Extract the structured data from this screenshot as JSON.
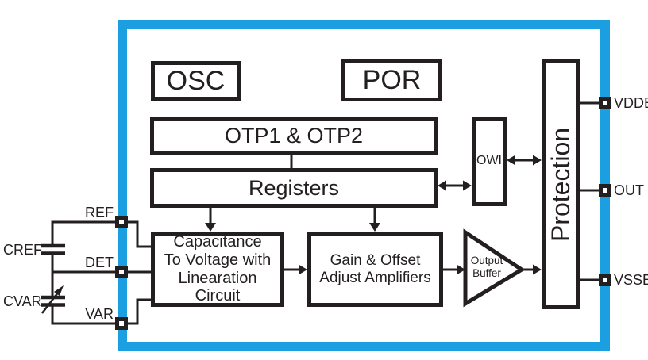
{
  "figure": {
    "type": "ic-block-diagram",
    "colors": {
      "outline_blue": "#1B9FE0",
      "line_black": "#231F20"
    },
    "blocks": {
      "osc": {
        "label": "OSC"
      },
      "por": {
        "label": "POR"
      },
      "otp": {
        "label": "OTP1 & OTP2"
      },
      "registers": {
        "label": "Registers"
      },
      "cap_to_voltage": {
        "lines": [
          "Capacitance",
          "To Voltage with",
          "Linearation",
          "Circuit"
        ]
      },
      "gain_offset": {
        "lines": [
          "Gain & Offset",
          "Adjust Amplifiers"
        ]
      },
      "output_buffer": {
        "lines": [
          "Output",
          "Buffer"
        ]
      },
      "owi": {
        "label": "OWI"
      },
      "protection": {
        "label": "Protection"
      }
    },
    "pins": {
      "left": [
        "REF",
        "DET",
        "VAR"
      ],
      "right": [
        "VDDE",
        "OUT",
        "VSSE"
      ]
    },
    "external_components": [
      {
        "label": "CREF",
        "type": "fixed-capacitor"
      },
      {
        "label": "CVAR",
        "type": "variable-capacitor"
      }
    ]
  }
}
